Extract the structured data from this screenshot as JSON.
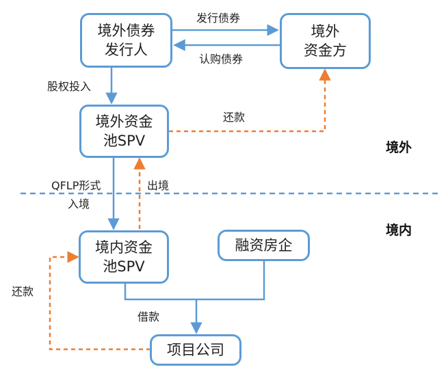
{
  "nodes": {
    "issuer": "境外债券\n发行人",
    "investor": "境外\n资金方",
    "offshore_spv": "境外资金\n池SPV",
    "onshore_spv": "境内资金\n池SPV",
    "developer": "融资房企",
    "project": "项目公司"
  },
  "edge_labels": {
    "issue_bonds": "发行债券",
    "subscribe_bonds": "认购债券",
    "equity_investment": "股权投入",
    "repay_top": "还款",
    "qflp_entry_line1": "QFLP形式",
    "qflp_entry_line2": "入境",
    "exit": "出境",
    "loan": "借款",
    "repay_left": "还款"
  },
  "regions": {
    "offshore": "境外",
    "onshore": "境内"
  },
  "colors": {
    "blue": "#5b9bd5",
    "orange": "#ed7d31"
  }
}
